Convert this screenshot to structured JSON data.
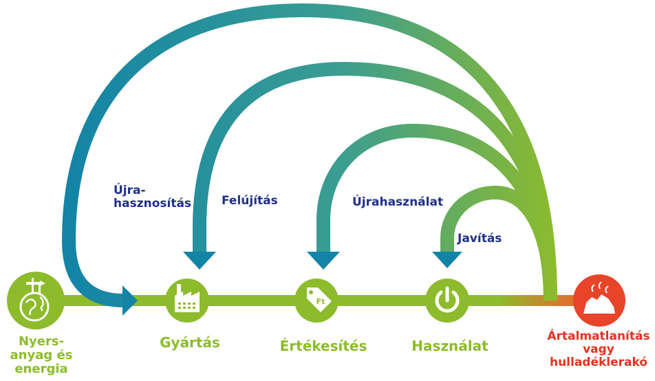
{
  "colors": {
    "green": "#8dbb2c",
    "teal": "#1384a6",
    "orange": "#d9772e",
    "red": "#e8442a",
    "label_blue": "#1f2f8c"
  },
  "loops": {
    "recycling": {
      "line1": "Újra-",
      "line2": "hasznosítás"
    },
    "refurbish": "Felújítás",
    "reuse": "Újrahasználat",
    "repair": "Javítás"
  },
  "stages": {
    "raw": {
      "line1": "Nyers-",
      "line2": "anyag és",
      "line3": "energia",
      "icon": "globe-oil-pump-icon"
    },
    "manufacturing": {
      "label": "Gyártás",
      "icon": "factory-icon"
    },
    "sales": {
      "label": "Értékesítés",
      "icon": "price-tag-icon",
      "tag_text": "Ft"
    },
    "use": {
      "label": "Használat",
      "icon": "power-icon"
    },
    "disposal": {
      "line1": "Ártalmatlanítás",
      "line2": "vagy",
      "line3": "hulladéklerakó",
      "icon": "landfill-icon"
    }
  }
}
